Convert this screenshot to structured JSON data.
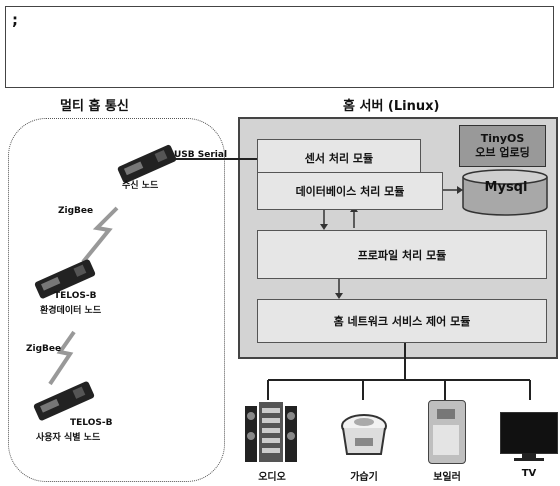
{
  "top_box": {
    "text": ";"
  },
  "left_section": {
    "title": "멀티 홉 통신",
    "nodes": [
      {
        "label": "수신 노드"
      },
      {
        "label_line1": "TELOS-B",
        "label_line2": "환경데이터 노드"
      },
      {
        "label_line1": "TELOS-B",
        "label_line2": "사용자 식별 노드"
      }
    ],
    "zigbee_labels": [
      "ZigBee",
      "ZigBee"
    ],
    "usb_label": "USB Serial"
  },
  "server": {
    "title": "홈 서버 (Linux)",
    "modules": {
      "sensor": "센서 처리 모듈",
      "database": "데이터베이스 처리 모듈",
      "profile": "프로파일 처리 모듈",
      "network": "홈 네트워크 서비스 제어 모듈"
    },
    "tinyos": {
      "line1": "TinyOS",
      "line2": "오브 업로딩"
    },
    "db": {
      "label": "Mysql"
    }
  },
  "devices": [
    {
      "label": "오디오",
      "icon": "audio-icon"
    },
    {
      "label": "가습기",
      "icon": "humidifier-icon"
    },
    {
      "label": "보일러",
      "icon": "boiler-icon"
    },
    {
      "label": "TV",
      "icon": "tv-icon"
    }
  ]
}
